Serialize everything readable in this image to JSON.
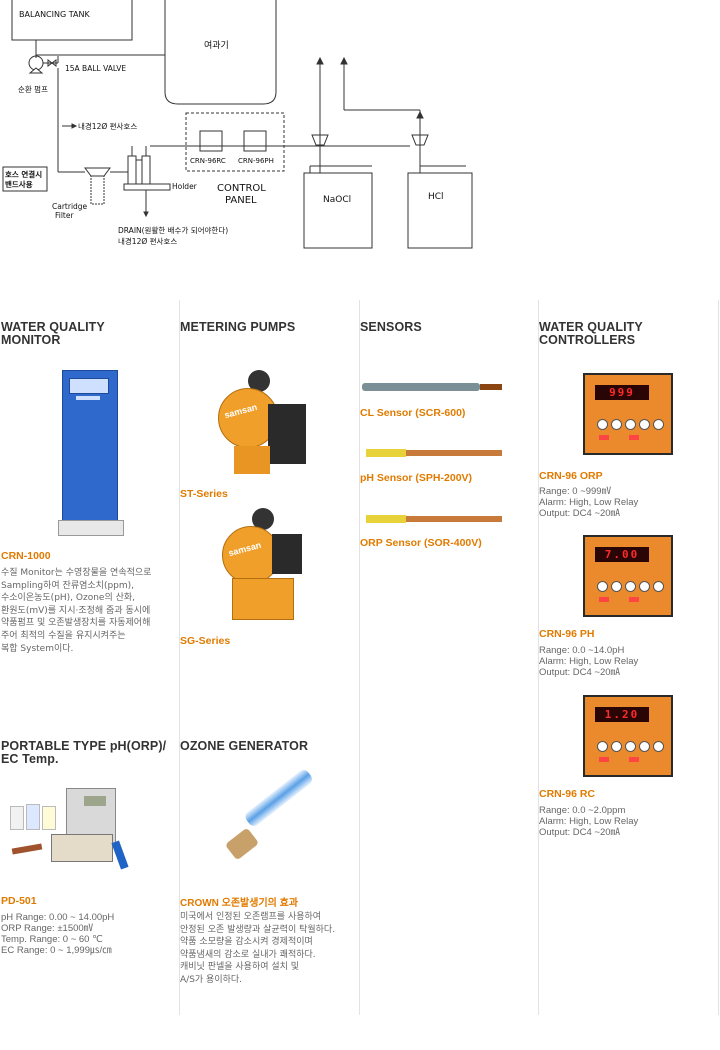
{
  "diagram": {
    "balancing_tank": "BALANCING TANK",
    "filter_unit": "여과기",
    "ball_valve": "15A BALL VALVE",
    "circulation_pump": "순환 펌프",
    "hose_top": "내경12Ø 편사호스",
    "hose_note_line1": "호스 연결시",
    "hose_note_line2": "밴드사용",
    "cartridge_line1": "Cartridge",
    "cartridge_line2": "Filter",
    "holder": "Holder",
    "rc_unit": "CRN-96RC",
    "ph_unit": "CRN-96PH",
    "panel_line1": "CONTROL",
    "panel_line2": "PANEL",
    "drain": "DRAIN(원활한 배수가 되어야한다)",
    "hose_bottom": "내경12Ø 편사호스",
    "tank_naocl": "NaOCl",
    "tank_hcl": "HCl"
  },
  "sections": {
    "monitor": {
      "title_line1": "WATER QUALITY",
      "title_line2": "MONITOR",
      "product": "CRN-1000",
      "desc": [
        "수질 Monitor는 수영장물을 연속적으로",
        "Sampling하여 잔류염소치(ppm),",
        "수소이온농도(pH), Ozone의 산화,",
        "환원도(mV)를 지시·조정해 줌과 동시에",
        "약품펌프 및 오존발생장치를 자동제어해",
        "주어 최적의 수질을 유지시켜주는",
        "복합 System이다."
      ]
    },
    "pumps": {
      "title": "METERING PUMPS",
      "brand": "samsan",
      "series1": "ST-Series",
      "series2": "SG-Series"
    },
    "sensors": {
      "title": "SENSORS",
      "items": [
        "CL Sensor (SCR-600)",
        "pH Sensor (SPH-200V)",
        "ORP Sensor (SOR-400V)"
      ]
    },
    "controllers": {
      "title_line1": "WATER QUALITY",
      "title_line2": "CONTROLLERS",
      "items": [
        {
          "name": "CRN-96 ORP",
          "display": "999",
          "specs": [
            "Range: 0 ~999㎷",
            "Alarm: High, Low Relay",
            "Output: DC4 ~20㎃"
          ]
        },
        {
          "name": "CRN-96 PH",
          "display": "7.00",
          "specs": [
            "Range: 0.0 ~14.0pH",
            "Alarm: High, Low Relay",
            "Output: DC4 ~20㎃"
          ]
        },
        {
          "name": "CRN-96 RC",
          "display": "1.20",
          "specs": [
            "Range: 0.0 ~2.0ppm",
            "Alarm: High, Low Relay",
            "Output: DC4 ~20㎃"
          ]
        }
      ]
    },
    "portable": {
      "title_line1": "PORTABLE TYPE pH(ORP)/",
      "title_line2": "EC Temp.",
      "product": "PD-501",
      "specs": [
        "pH Range: 0.00 ~ 14.00pH",
        "ORP Range: ±1500㎷",
        "Temp. Range: 0 ~ 60 ℃",
        "EC Range: 0 ~ 1,999㎲/㎝"
      ]
    },
    "ozone": {
      "title": "OZONE GENERATOR",
      "product": "CROWN 오존발생기의 효과",
      "desc": [
        "미국에서 인정된 오존램프를 사용하여",
        "안정된 오존 발생량과 살균력이 탁월하다.",
        "약품 소모량을 감소시켜 경제적이며",
        "약품냄새의 감소로 실내가 쾌적하다.",
        "캐비닛 판넬을 사용하여 설치 및",
        "A/S가 용이하다."
      ]
    }
  },
  "colors": {
    "accent": "#e07b00",
    "title": "#333333",
    "body": "#666666",
    "monitor_blue": "#2a63c8",
    "pump_orange": "#f0a02a"
  }
}
